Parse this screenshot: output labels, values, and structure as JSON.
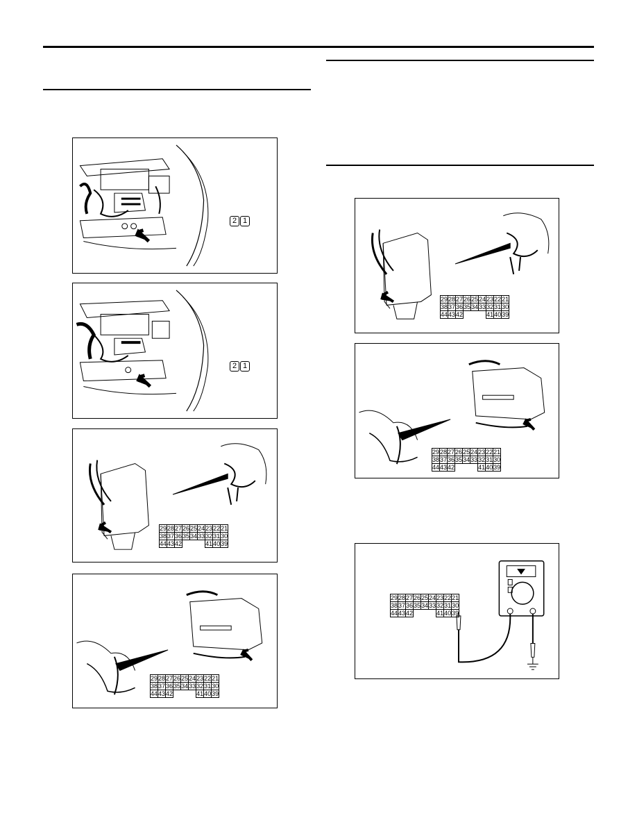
{
  "connectors": {
    "row1": [
      "29",
      "28",
      "27",
      "26",
      "25",
      "24",
      "23",
      "22",
      "21"
    ],
    "row2": [
      "38",
      "37",
      "36",
      "35",
      "34",
      "33",
      "32",
      "31",
      "30"
    ],
    "row3": [
      "44",
      "43",
      "42",
      "",
      "",
      "",
      "41",
      "40",
      "39"
    ]
  },
  "badge": {
    "left": "2",
    "right": "1"
  },
  "figures": [
    {
      "id": "fig-engine-1"
    },
    {
      "id": "fig-engine-2"
    },
    {
      "id": "fig-etacs-1"
    },
    {
      "id": "fig-etacs-2"
    },
    {
      "id": "fig-etacs-3"
    },
    {
      "id": "fig-etacs-4"
    },
    {
      "id": "fig-voltmeter"
    }
  ]
}
